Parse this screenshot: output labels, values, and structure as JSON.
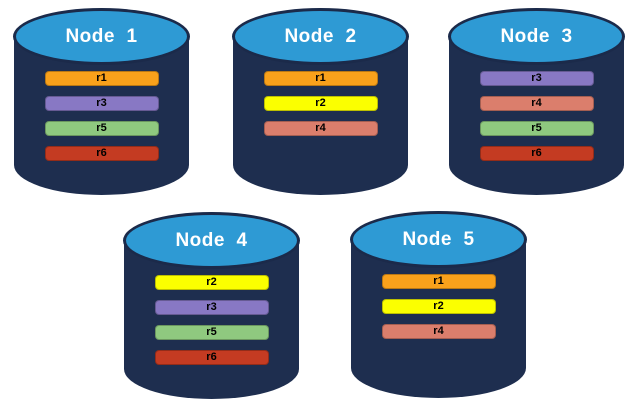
{
  "palette": {
    "background": "#FFFFFF",
    "cylinder_body": "#1E2E4F",
    "cylinder_top": "#2E9AD4",
    "cylinder_outline": "#1B2A4A",
    "replica_colors": {
      "r1": "#F9A11B",
      "r2": "#FBFF00",
      "r3": "#8878C4",
      "r4": "#DB7E6C",
      "r5": "#8FC97F",
      "r6": "#C43B22"
    }
  },
  "nodes": [
    {
      "id": "node-1",
      "label": "Node  1",
      "replicas": [
        "r1",
        "r3",
        "r5",
        "r6"
      ]
    },
    {
      "id": "node-2",
      "label": "Node  2",
      "replicas": [
        "r1",
        "r2",
        "r4"
      ]
    },
    {
      "id": "node-3",
      "label": "Node  3",
      "replicas": [
        "r3",
        "r4",
        "r5",
        "r6"
      ]
    },
    {
      "id": "node-4",
      "label": "Node  4",
      "replicas": [
        "r2",
        "r3",
        "r5",
        "r6"
      ]
    },
    {
      "id": "node-5",
      "label": "Node  5",
      "replicas": [
        "r1",
        "r2",
        "r4"
      ]
    }
  ]
}
